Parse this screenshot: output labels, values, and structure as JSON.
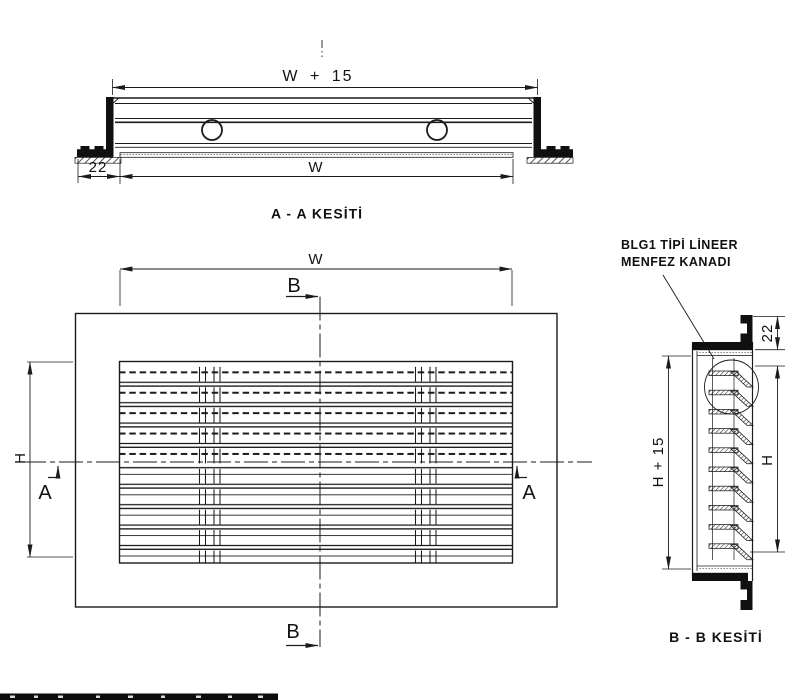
{
  "drawing": {
    "section_aa": {
      "title": "A - A KESİTİ",
      "dim_face_width": "W + 15",
      "dim_neck_width": "W",
      "dim_flange": "22"
    },
    "front_view": {
      "dim_width": "W",
      "dim_height": "H",
      "section_b_top": "B",
      "section_b_bottom": "B",
      "section_a_left": "A",
      "section_a_right": "A"
    },
    "section_bb": {
      "title": "B - B KESİTİ",
      "callout_line1": "BLG1 TİPİ LİNEER",
      "callout_line2": "MENFEZ KANADI",
      "dim_face_height": "H + 15",
      "dim_neck_height": "H",
      "dim_flange": "22"
    }
  }
}
